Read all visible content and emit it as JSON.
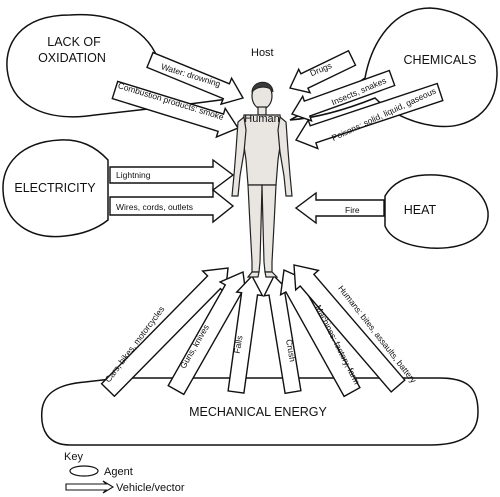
{
  "host_label": "Host",
  "human_label": "Human",
  "agents": {
    "lack_of_oxidation": [
      "LACK OF",
      "OXIDATION"
    ],
    "chemicals": "CHEMICALS",
    "electricity": "ELECTRICITY",
    "heat": "HEAT",
    "mechanical_energy": "MECHANICAL ENERGY"
  },
  "vectors": {
    "water_drowning": "Water: drowning",
    "combustion_products_smoke": "Combustion products: smoke",
    "drugs": "Drugs",
    "insects_snakes": "Insects, snakes",
    "poisons": "Poisons: solid, liquid, gaseous",
    "lightning": "Lightning",
    "wires_cords_outlets": "Wires, cords, outlets",
    "fire": "Fire",
    "cars_bikes_motorcycles": "Cars, bikes, motorcycles",
    "guns_knives": "Guns, knives",
    "falls": "Falls",
    "crush": "Crush",
    "machines_factory_farm": "Machines: factory, farm",
    "humans_bites_assaults_battery": "Humans: bites, assaults, battery"
  },
  "key": {
    "title": "Key",
    "agent": "Agent",
    "vehicle_vector": "Vehicle/vector"
  }
}
